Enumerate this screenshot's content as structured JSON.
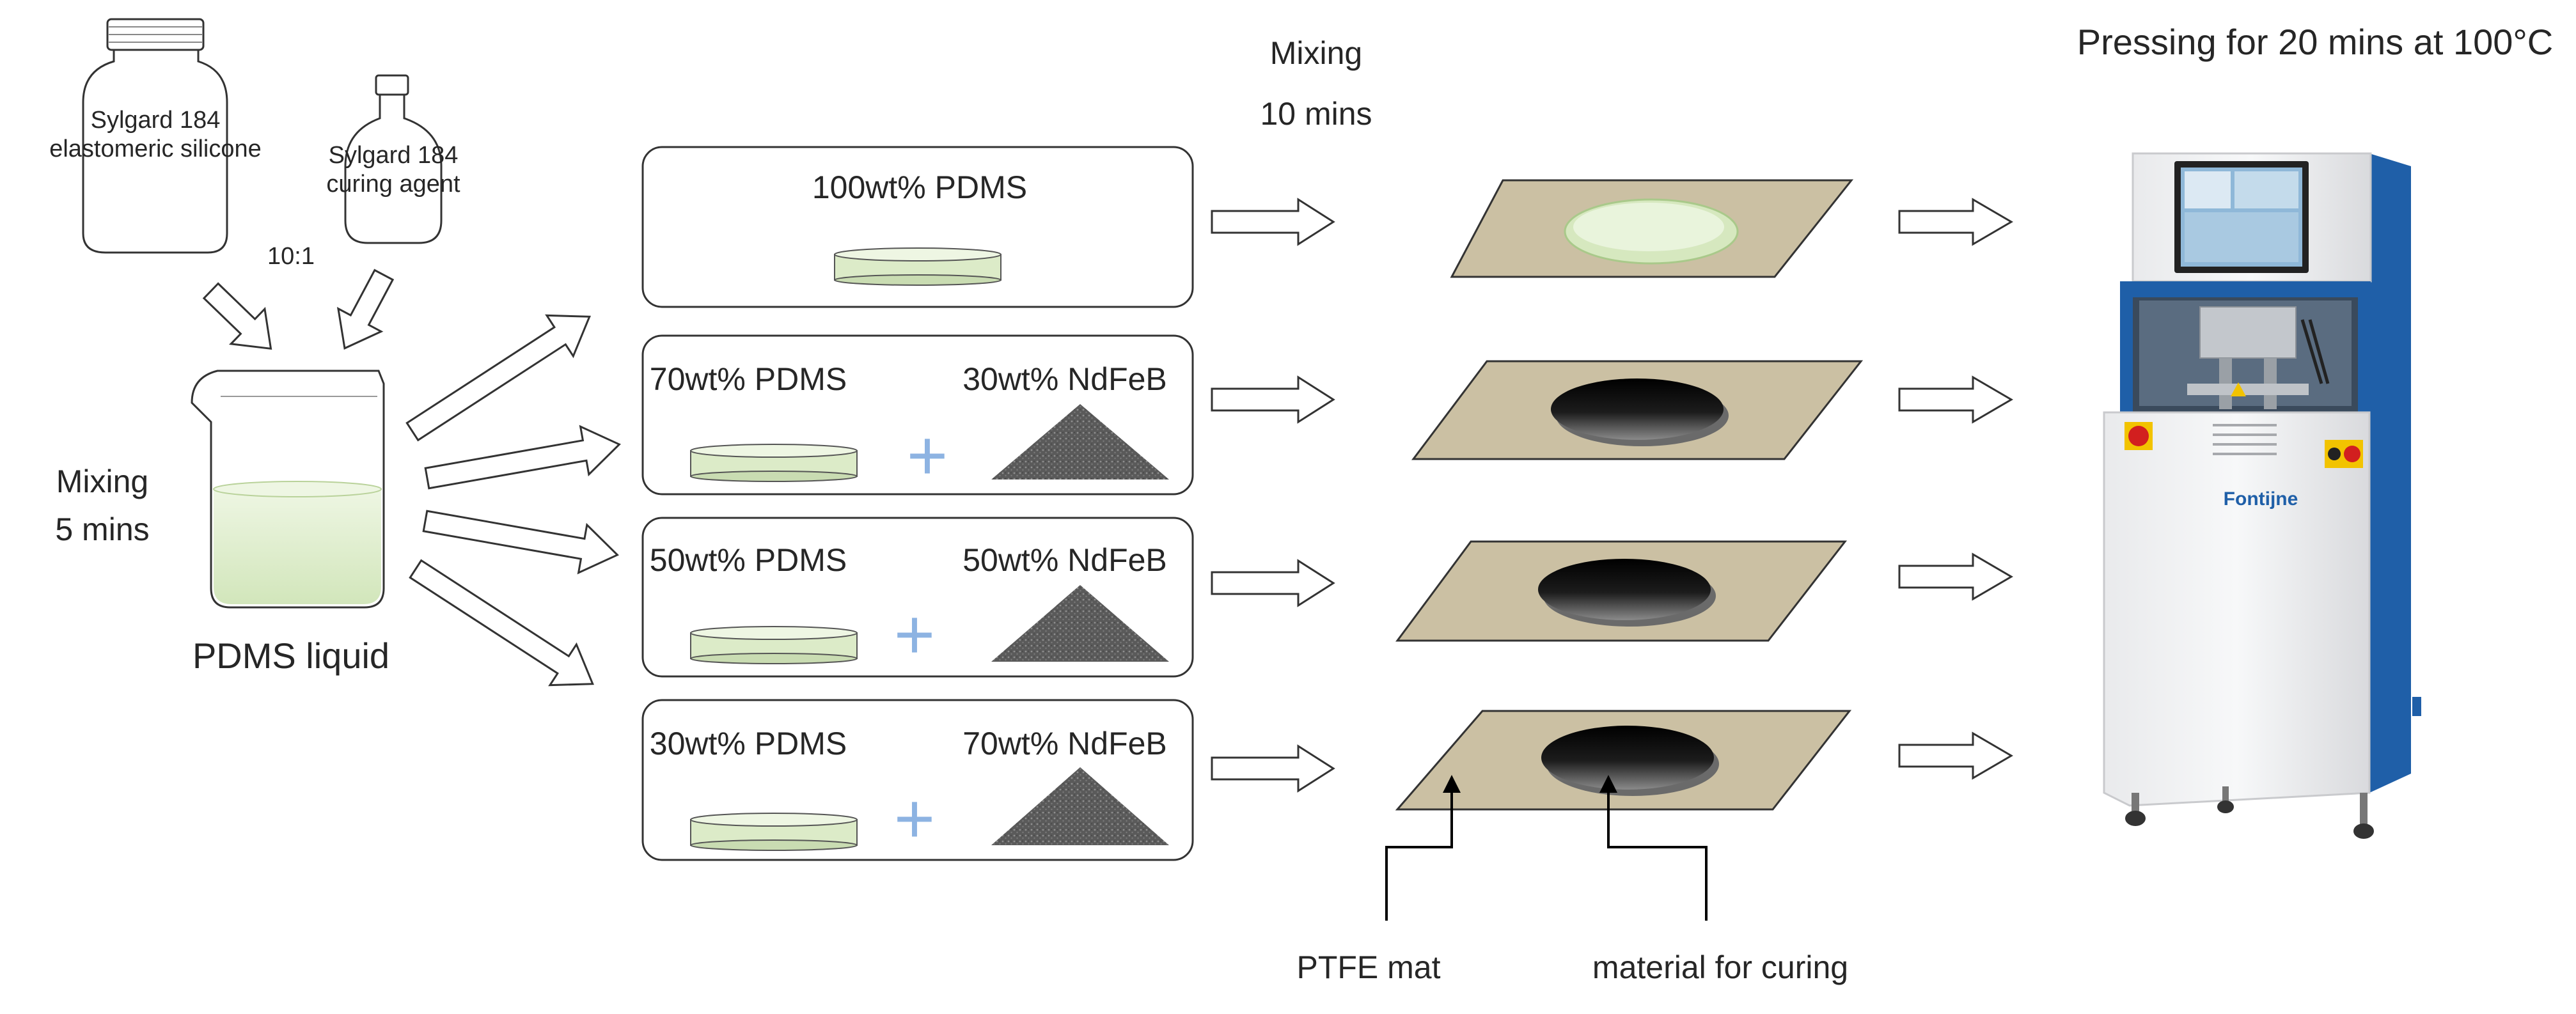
{
  "ingredients": {
    "silicone_label_line1": "Sylgard 184",
    "silicone_label_line2": "elastomeric silicone",
    "curing_label_line1": "Sylgard 184",
    "curing_label_line2": "curing agent",
    "ratio": "10:1"
  },
  "beaker": {
    "mixing_line1": "Mixing",
    "mixing_line2": "5 mins",
    "label": "PDMS liquid"
  },
  "mixing_step": {
    "line1": "Mixing",
    "line2": "10 mins"
  },
  "compositions": [
    {
      "pdms_label": "100wt% PDMS"
    },
    {
      "pdms_label": "70wt% PDMS",
      "ndfeb_label": "30wt% NdFeB"
    },
    {
      "pdms_label": "50wt% PDMS",
      "ndfeb_label": "50wt% NdFeB"
    },
    {
      "pdms_label": "30wt% PDMS",
      "ndfeb_label": "70wt% NdFeB"
    }
  ],
  "plus_sign": "+",
  "mat_labels": {
    "ptfe": "PTFE mat",
    "material": "material for curing"
  },
  "press": {
    "title": "Pressing for 20 mins at 100°C",
    "brand": "Fontijne"
  },
  "colors": {
    "pdms_fill": "#dcebc8",
    "mat_fill": "#cbc0a3",
    "ndfeb_fill": "#555555",
    "plus": "#8db3e2",
    "disc_dark": "#111111",
    "press_blue": "#1f5fa8"
  }
}
